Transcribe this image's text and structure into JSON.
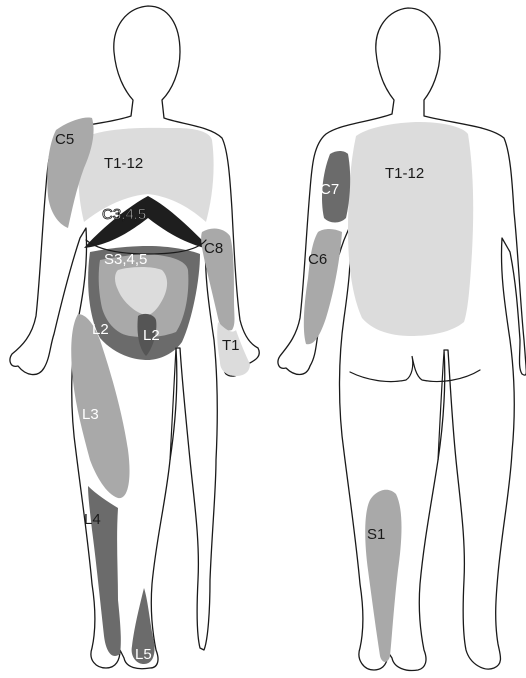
{
  "figures": {
    "front": {
      "labels": {
        "c5": "C5",
        "t1_12": "T1-12",
        "c345": "C3,4,5",
        "s345": "S3,4,5",
        "c8": "C8",
        "l2_left": "L2",
        "l2_right": "L2",
        "t1": "T1",
        "l3": "L3",
        "l4": "L4",
        "l5": "L5"
      }
    },
    "back": {
      "labels": {
        "c7": "C7",
        "t1_12": "T1-12",
        "c6": "C6",
        "s1": "S1"
      }
    }
  },
  "colors": {
    "outline": "#1a1a1a",
    "light_gray": "#dcdcdc",
    "mid_gray": "#a9a9a9",
    "dark_gray": "#6b6b6b",
    "darker_gray": "#555555",
    "black": "#1e1e1e",
    "background": "#ffffff"
  }
}
